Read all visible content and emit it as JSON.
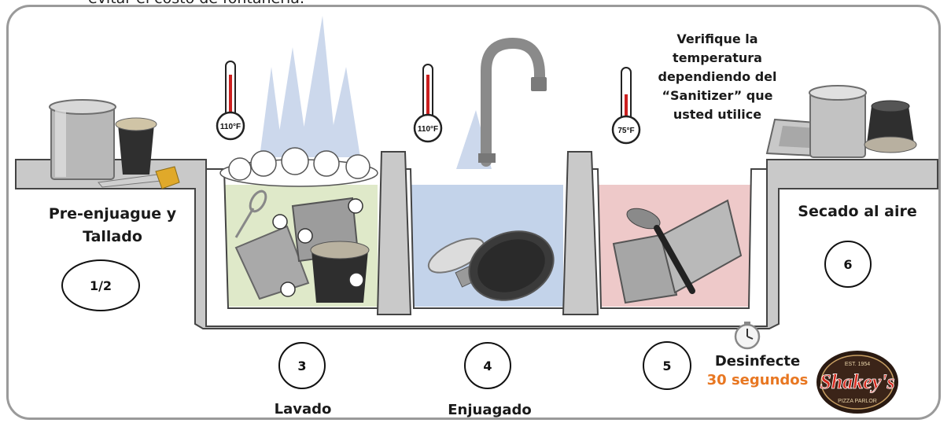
{
  "header_text": "evitar el costo de fontanería.",
  "steps": {
    "pre_rinse": {
      "label_line1": "Pre-enjuague y",
      "label_line2": "Tallado",
      "number": "1/2"
    },
    "wash": {
      "label": "Lavado",
      "number": "3"
    },
    "rinse": {
      "label": "Enjuagado",
      "number": "4"
    },
    "sanitize": {
      "label": "Desinfecte",
      "time": "30 segundos",
      "number": "5"
    },
    "air_dry": {
      "label": "Secado al aire",
      "number": "6"
    }
  },
  "thermometers": [
    {
      "reading": "110°F"
    },
    {
      "reading": "110°F"
    },
    {
      "reading": "75°F"
    }
  ],
  "note": {
    "line1": "Verifique la",
    "line2": "temperatura",
    "line3": "dependiendo del",
    "line4": "“Sanitizer” que",
    "line5": "usted utilice"
  },
  "logo": {
    "text": "Shakey's",
    "est": "EST. 1954",
    "sub": "PIZZA PARLOR"
  },
  "colors": {
    "wash_water": "#dfe9c9",
    "rinse_water": "#c3d3ea",
    "sanitize_water": "#eec9c9",
    "sink": "#c9c9c9",
    "accent_orange": "#e87722"
  }
}
